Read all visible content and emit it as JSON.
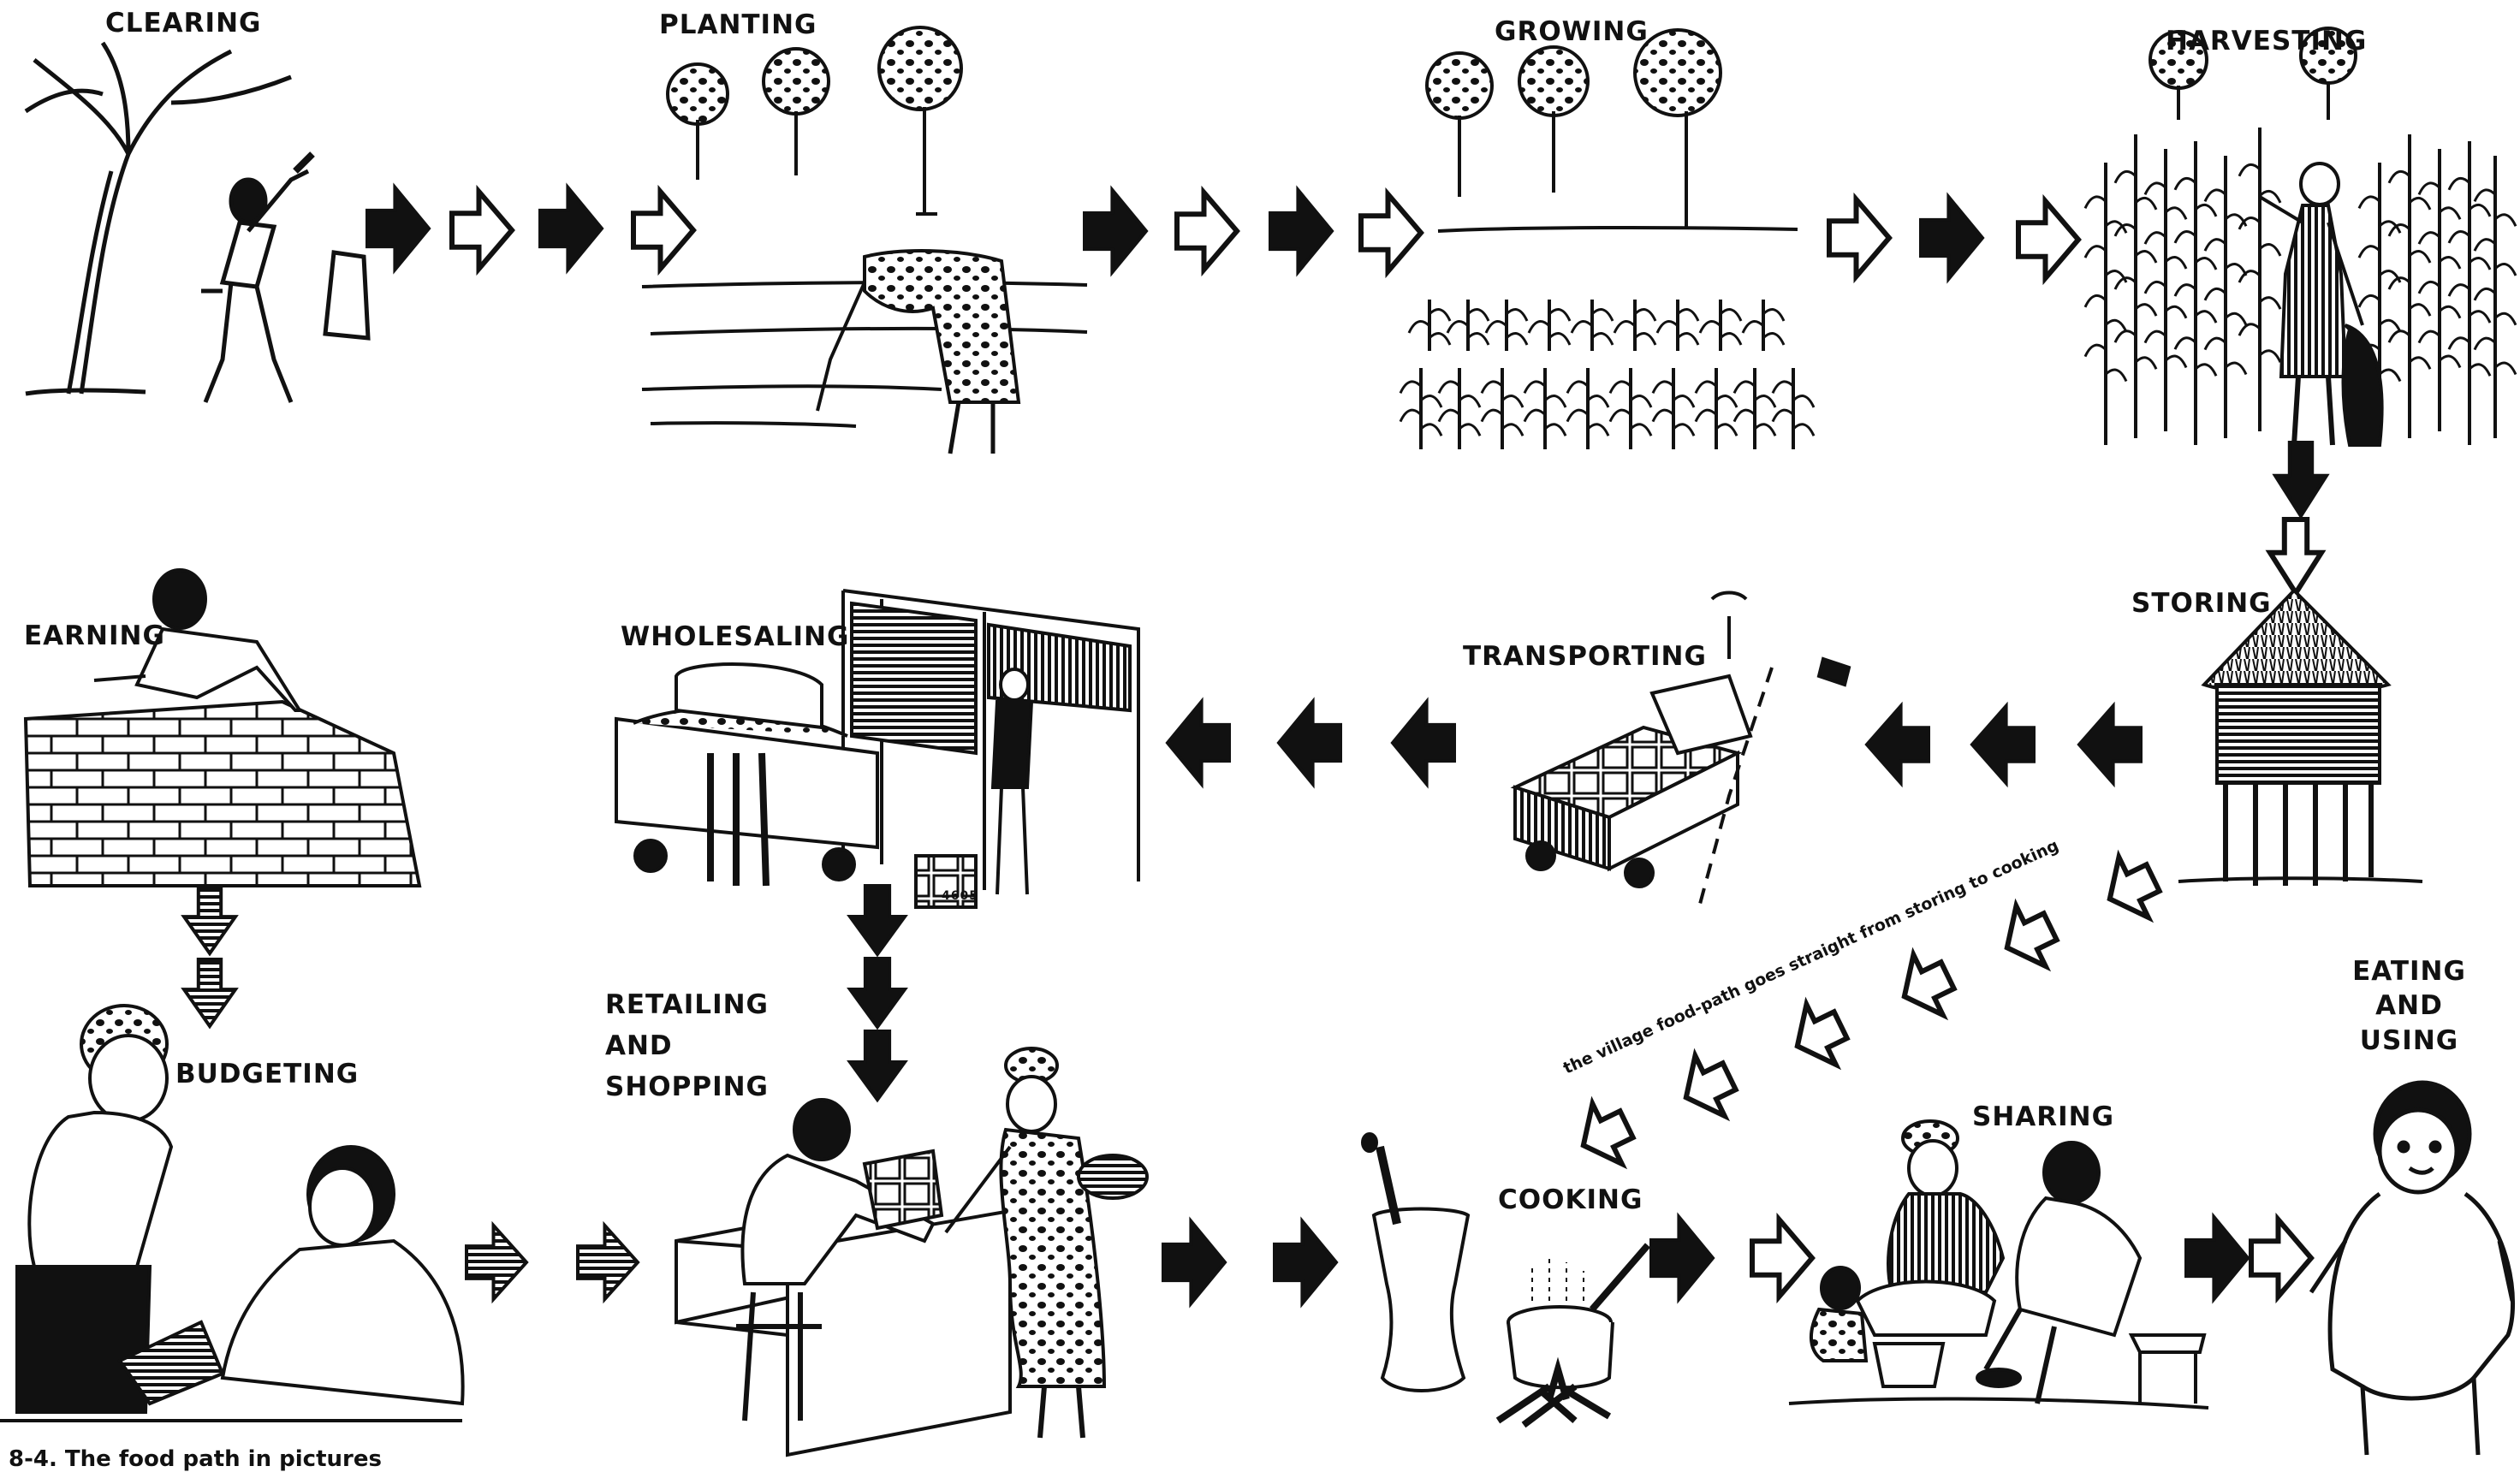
{
  "labels": {
    "clearing": "CLEARING",
    "planting": "PLANTING",
    "growing": "GROWING",
    "harvesting": "HARVESTING",
    "storing": "STORING",
    "transporting": "TRANSPORTING",
    "wholesaling": "WHOLESALING",
    "earning": "EARNING",
    "budgeting": "BUDGETING",
    "retailing_line1": "RETAILING",
    "retailing_line2": "AND",
    "retailing_line3": "SHOPPING",
    "cooking": "COOKING",
    "sharing": "SHARING",
    "eating_line1": "EATING",
    "eating_line2": "AND",
    "eating_line3": "USING",
    "cash_register": "4605"
  },
  "diagonal_note": "the village food-path goes straight from storing to cooking",
  "caption": "8-4. The food path in pictures",
  "arrow_styles": [
    "solid black",
    "outlined",
    "striped"
  ]
}
